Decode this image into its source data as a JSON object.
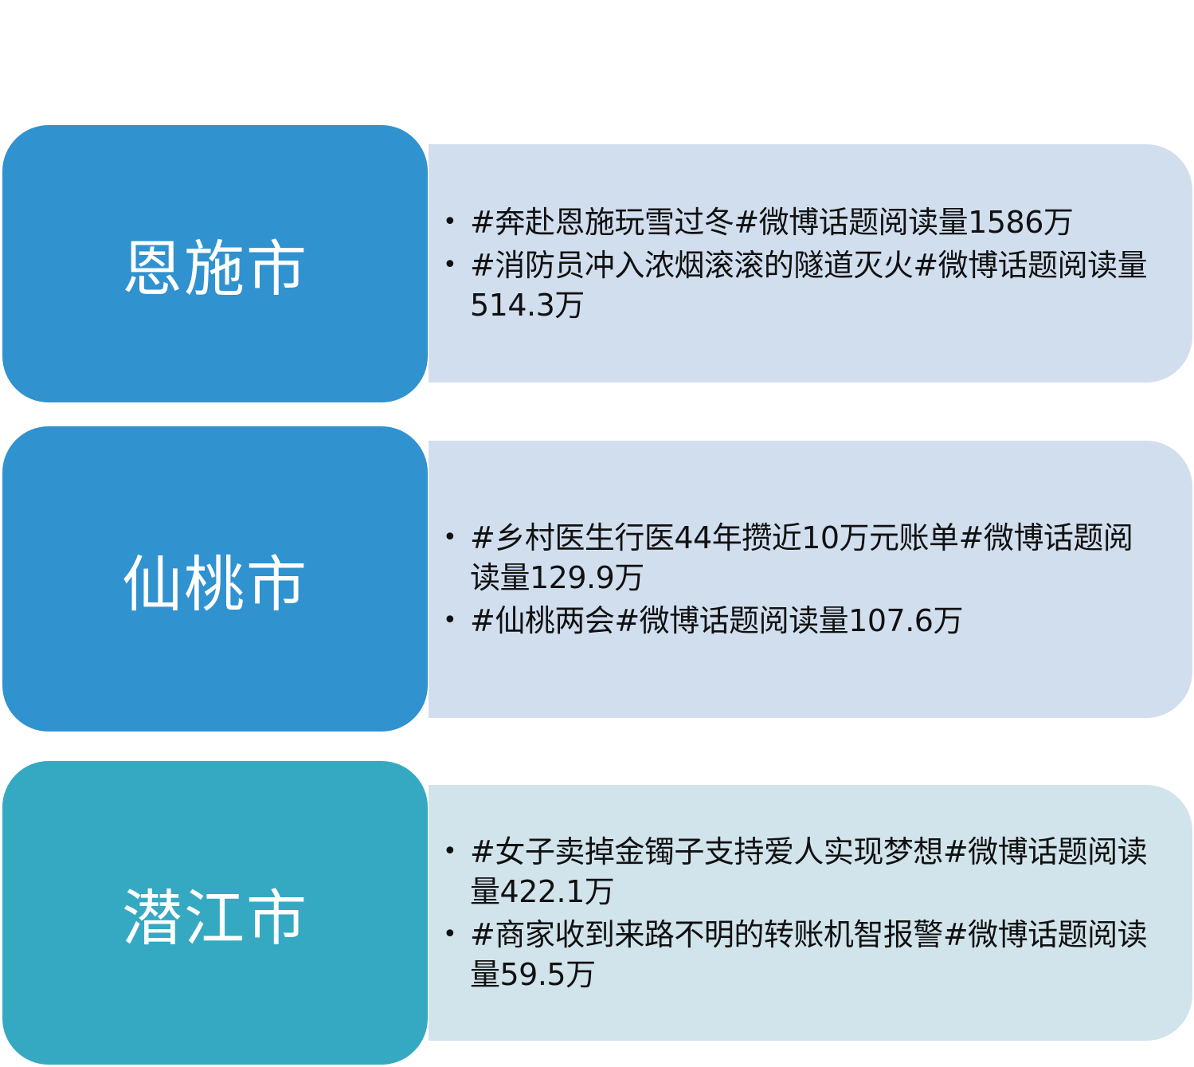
{
  "colors": {
    "city_blue": "#3092cf",
    "city_teal": "#35a9c2",
    "panel_blue": "#d1deee",
    "panel_teal": "#d1e3eb",
    "text": "#111111"
  },
  "rows": [
    {
      "city": "恩施市",
      "items": [
        "#奔赴恩施玩雪过冬#微博话题阅读量1586万",
        "#消防员冲入浓烟滚滚的隧道灭火#微博话题阅读量514.3万"
      ]
    },
    {
      "city": "仙桃市",
      "items": [
        "#乡村医生行医44年攒近10万元账单#微博话题阅读量129.9万",
        "#仙桃两会#微博话题阅读量107.6万"
      ]
    },
    {
      "city": "潜江市",
      "items": [
        "#女子卖掉金镯子支持爱人实现梦想#微博话题阅读量422.1万",
        "#商家收到来路不明的转账机智报警#微博话题阅读量59.5万"
      ]
    }
  ],
  "bullet": "•"
}
